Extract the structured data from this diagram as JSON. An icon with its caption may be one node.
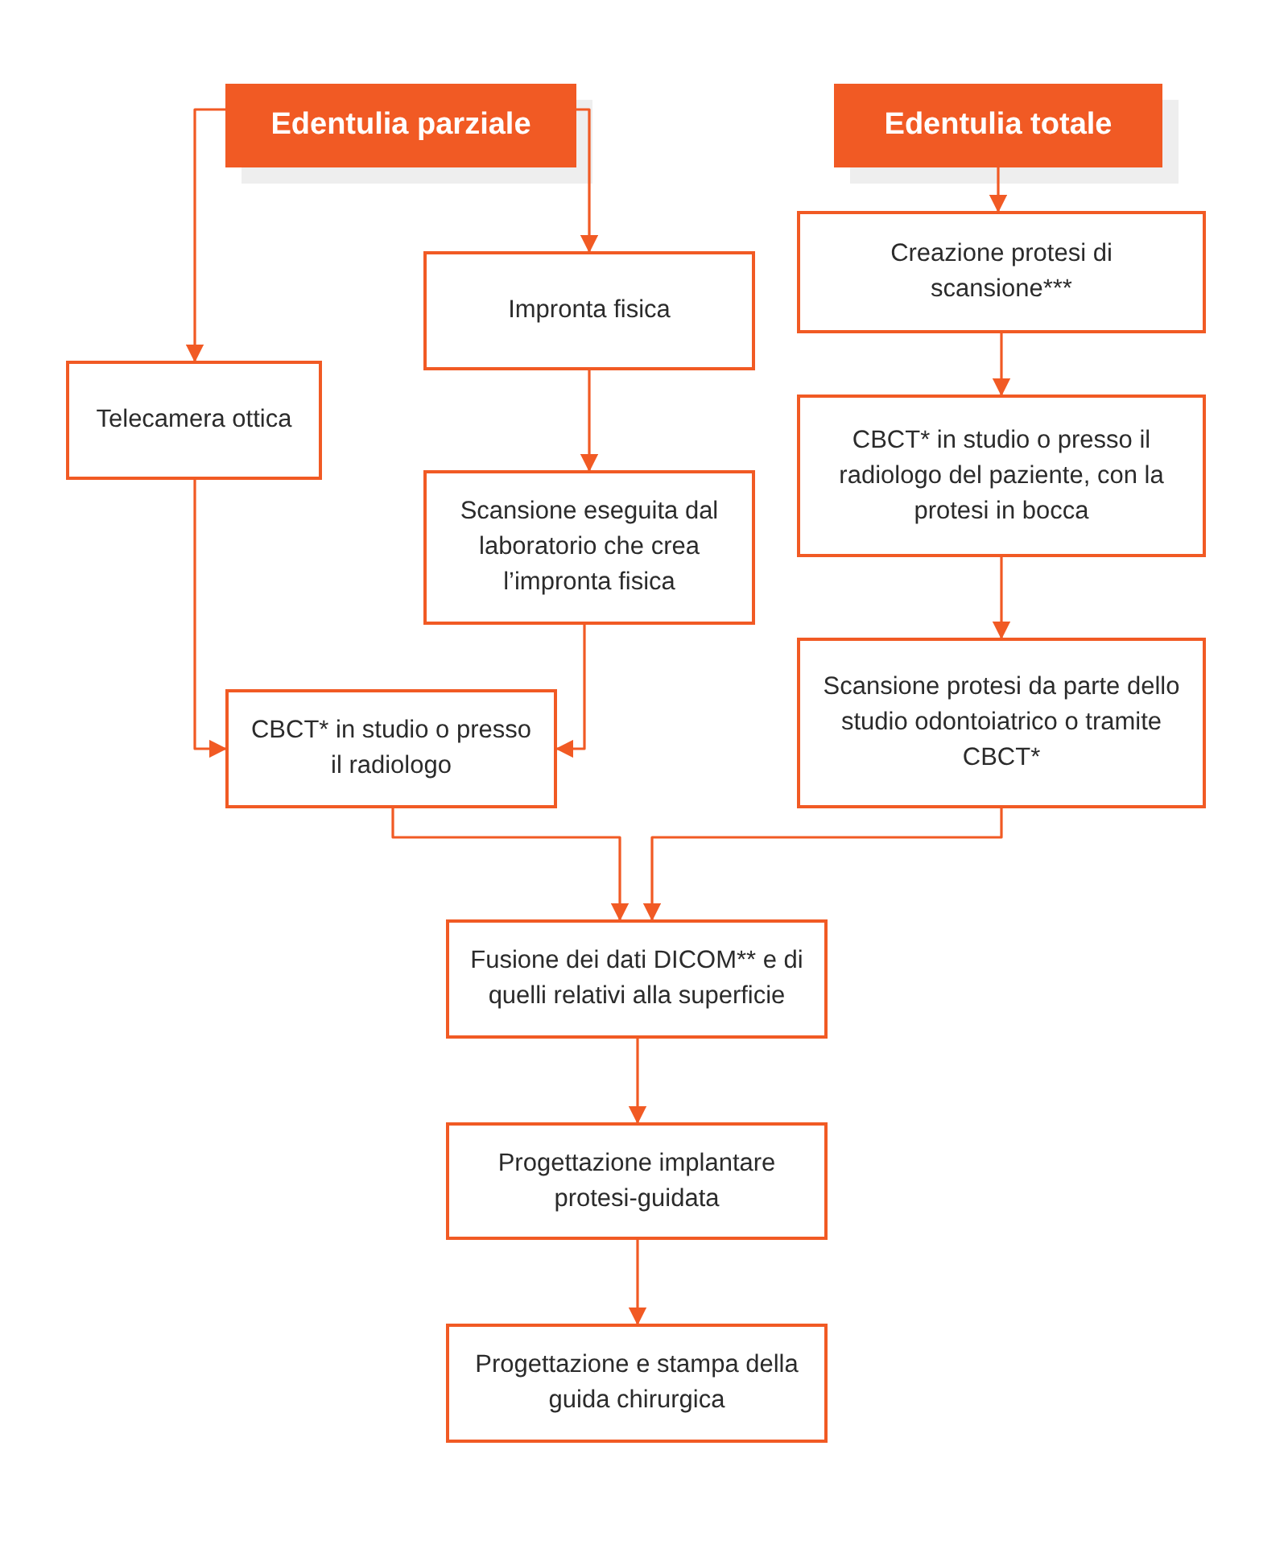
{
  "diagram": {
    "nodes": [
      {
        "text": [
          "Edentulia parziale"
        ]
      },
      {
        "text": [
          "Edentulia totale"
        ]
      },
      {
        "text": [
          "Telecamera ottica"
        ]
      },
      {
        "text": [
          "Impronta fisica"
        ]
      },
      {
        "text": [
          "Scansione eseguita dal laboratorio che crea l’impronta fisica"
        ]
      },
      {
        "text": [
          "CBCT* in studio o presso il radiologo"
        ]
      },
      {
        "text": [
          "Creazione protesi di scansione***"
        ]
      },
      {
        "text": [
          "CBCT* in studio o presso il radiologo del paziente, con la protesi in bocca"
        ]
      },
      {
        "text": [
          "Scansione protesi da parte dello studio odontoiatrico o tramite CBCT*"
        ]
      },
      {
        "text": [
          "Fusione dei dati DICOM** e di quelli relativi alla superficie"
        ]
      },
      {
        "text": [
          "Progettazione implantare protesi-guidata"
        ]
      },
      {
        "text": [
          "Progettazione e stampa della guida chirurgica"
        ]
      }
    ],
    "edges": [
      {
        "from": 0,
        "to": 2,
        "arrow": "to"
      },
      {
        "from": 0,
        "to": 3,
        "arrow": "to"
      },
      {
        "from": 3,
        "to": 4,
        "arrow": "to"
      },
      {
        "from": 2,
        "to": 5,
        "arrow": "to"
      },
      {
        "from": 4,
        "to": 5,
        "arrow": "to"
      },
      {
        "from": 1,
        "to": 6,
        "arrow": "to"
      },
      {
        "from": 6,
        "to": 7,
        "arrow": "to"
      },
      {
        "from": 7,
        "to": 8,
        "arrow": "to"
      },
      {
        "from": 5,
        "to": 9,
        "arrow": "to"
      },
      {
        "from": 8,
        "to": 9,
        "arrow": "to"
      },
      {
        "from": 9,
        "to": 10,
        "arrow": "to"
      },
      {
        "from": 10,
        "to": 11,
        "arrow": "to"
      }
    ]
  }
}
